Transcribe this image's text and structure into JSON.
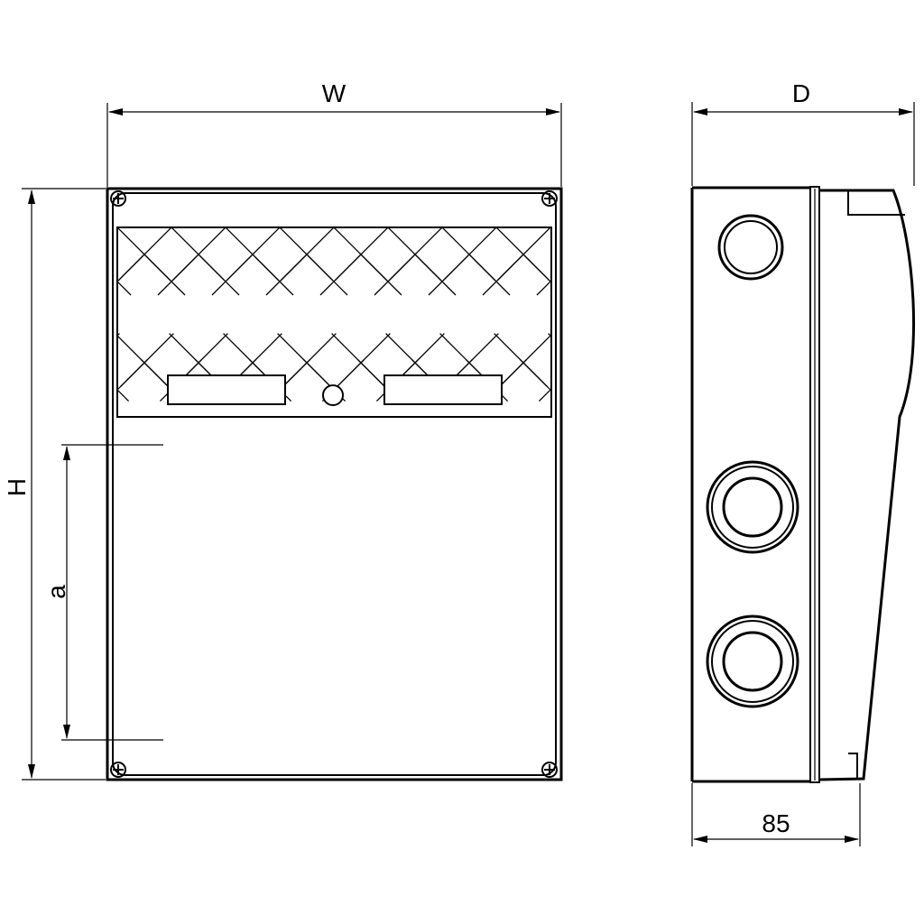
{
  "dimensions": {
    "width_label": "W",
    "depth_label": "D",
    "height_label": "H",
    "a_label": "a",
    "base_depth_label": "85"
  }
}
